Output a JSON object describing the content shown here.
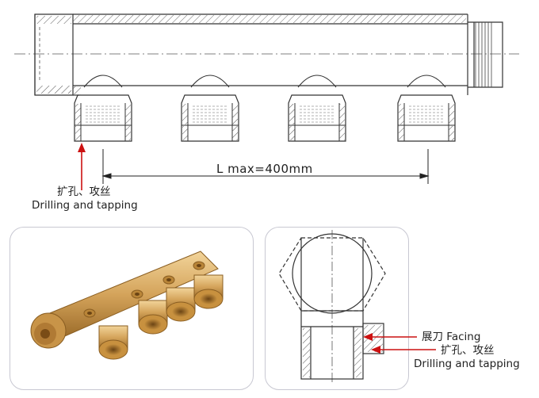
{
  "main_drawing": {
    "dimension_label": "L max=400mm",
    "callout_cn": "扩孔、攻丝",
    "callout_en": "Drilling and tapping"
  },
  "section_drawing": {
    "facing_label": "展刀 Facing",
    "callout_cn": "扩孔、攻丝",
    "callout_en": "Drilling and tapping"
  },
  "colors": {
    "line": "#3a3a3a",
    "hatch": "#555555",
    "arrow": "#cc1111",
    "brass": "#d4a35a",
    "panel_border": "#c8c8d2"
  }
}
